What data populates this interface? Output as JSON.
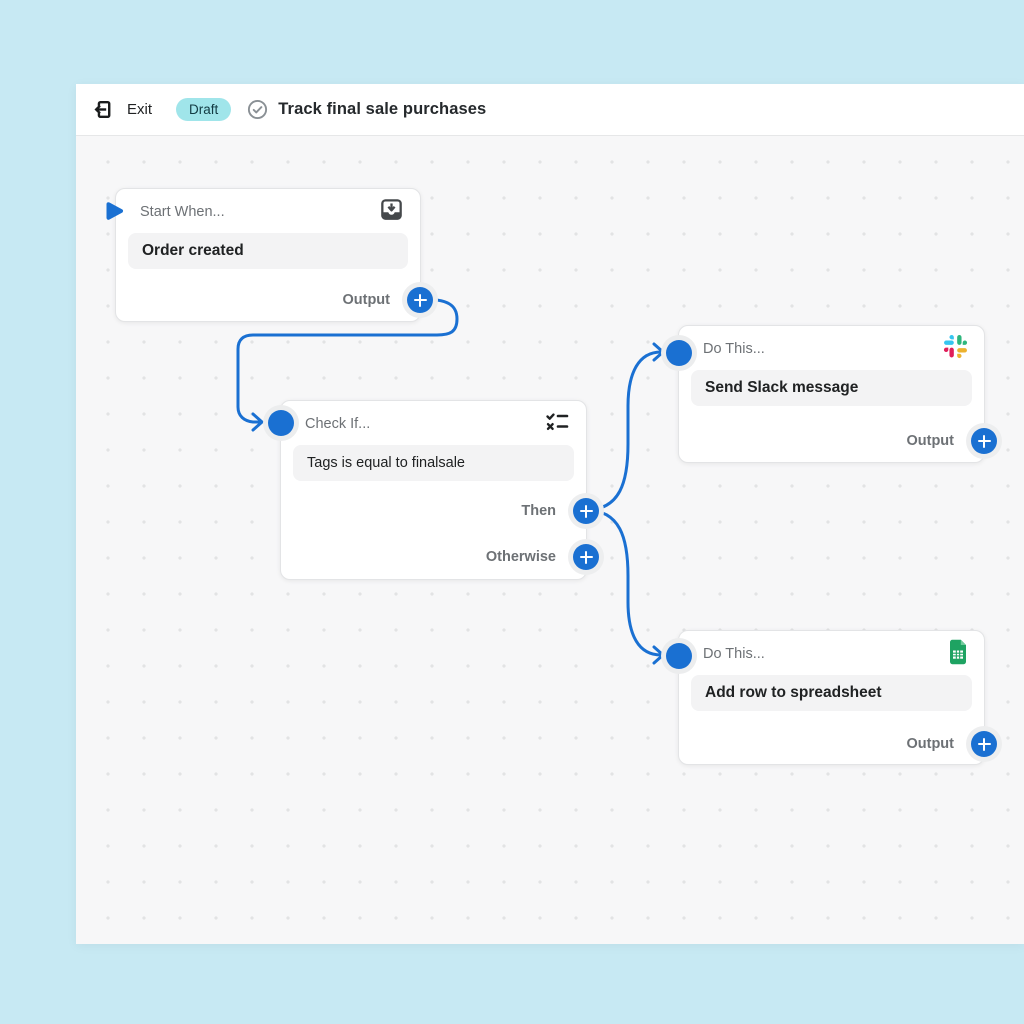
{
  "topbar": {
    "exit_label": "Exit",
    "status_badge": "Draft",
    "title": "Track final sale purchases",
    "icons": [
      "exit-icon",
      "check-circle-icon"
    ]
  },
  "canvas": {
    "nodes": [
      {
        "id": "trigger",
        "header": "Start When...",
        "value": "Order created",
        "icon": "import-icon",
        "ports": [
          {
            "label": "Output",
            "type": "output"
          }
        ]
      },
      {
        "id": "condition",
        "header": "Check If...",
        "value": "Tags is equal to finalsale",
        "icon": "checklist-icon",
        "ports": [
          {
            "label": "Then",
            "type": "output"
          },
          {
            "label": "Otherwise",
            "type": "output"
          }
        ]
      },
      {
        "id": "action-slack",
        "header": "Do This...",
        "value": "Send Slack message",
        "icon": "slack-icon",
        "ports": [
          {
            "label": "Output",
            "type": "output"
          }
        ]
      },
      {
        "id": "action-sheets",
        "header": "Do This...",
        "value": "Add row to spreadsheet",
        "icon": "google-sheets-icon",
        "ports": [
          {
            "label": "Output",
            "type": "output"
          }
        ]
      }
    ]
  },
  "colors": {
    "accent_blue": "#1a70d2",
    "outer_background": "#c7e9f3",
    "canvas_background": "#f7f7f8",
    "badge_background": "#a0e5ea",
    "badge_text": "#123b43",
    "slack": [
      "#36C5F0",
      "#2EB67D",
      "#E01E5A",
      "#ECB22E"
    ],
    "sheets_green": "#1ea362"
  }
}
